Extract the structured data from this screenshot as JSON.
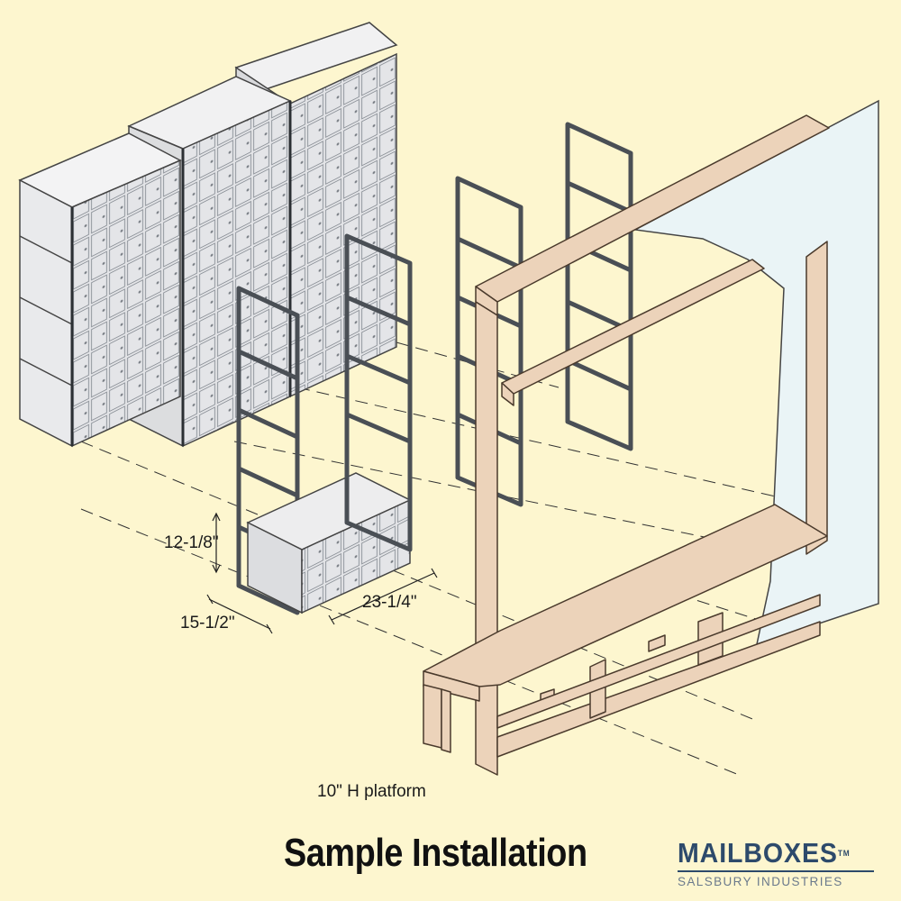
{
  "diagram": {
    "dimensions": {
      "height": "12-1/8\"",
      "depth": "15-1/2\"",
      "width": "23-1/4\""
    },
    "platform_label": "10\" H platform"
  },
  "caption": "Sample Installation",
  "logo": {
    "name": "MAILBOXES",
    "trademark": "TM",
    "tagline": "SALSBURY INDUSTRIES"
  },
  "colors": {
    "background": "#fdf6cf",
    "wood": "#ecd3ba",
    "wall": "#eaf4f6",
    "cabinet": "#e6e7e9",
    "frame": "#555a60",
    "logo": "#2d4a6b"
  }
}
